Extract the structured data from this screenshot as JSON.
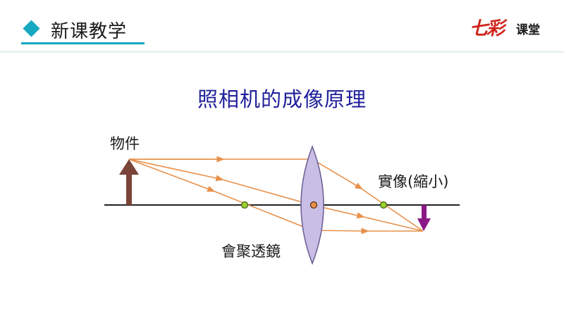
{
  "header": {
    "title": "新课教学",
    "logo_script": "七彩",
    "logo_text": "课堂"
  },
  "page_title": "照相机的成像原理",
  "diagram": {
    "labels": {
      "object": "物件",
      "image": "實像(縮小)",
      "lens": "會聚透鏡"
    },
    "colors": {
      "ray": "#e8904a",
      "axis": "#222222",
      "lens_fill": "#c9bfe6",
      "lens_stroke": "#6f6396",
      "object_arrow": "#7a4438",
      "image_arrow": "#8a1a86",
      "focal_point": "#9bd02f"
    }
  }
}
